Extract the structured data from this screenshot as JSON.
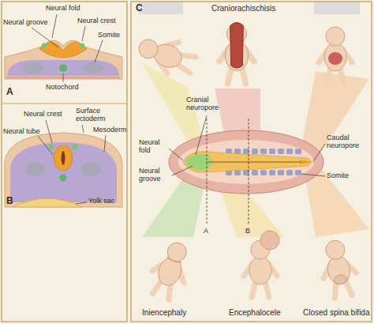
{
  "diagram": {
    "labels": [
      "Neural fold",
      "Neural groove",
      "Neural crest",
      "Somite",
      "Notochord",
      "A",
      "Neural crest",
      "Surface ectoderm",
      "Neural tube",
      "Mesoderm",
      "Yolk sac",
      "B",
      "C",
      "Craniorachischisis",
      "Cranial neuropore",
      "Neural fold",
      "Neural groove",
      "Caudal neuropore",
      "Somite",
      "A",
      "B",
      "Iniencephaly",
      "Encephalocele",
      "Closed spina bifida"
    ]
  }
}
